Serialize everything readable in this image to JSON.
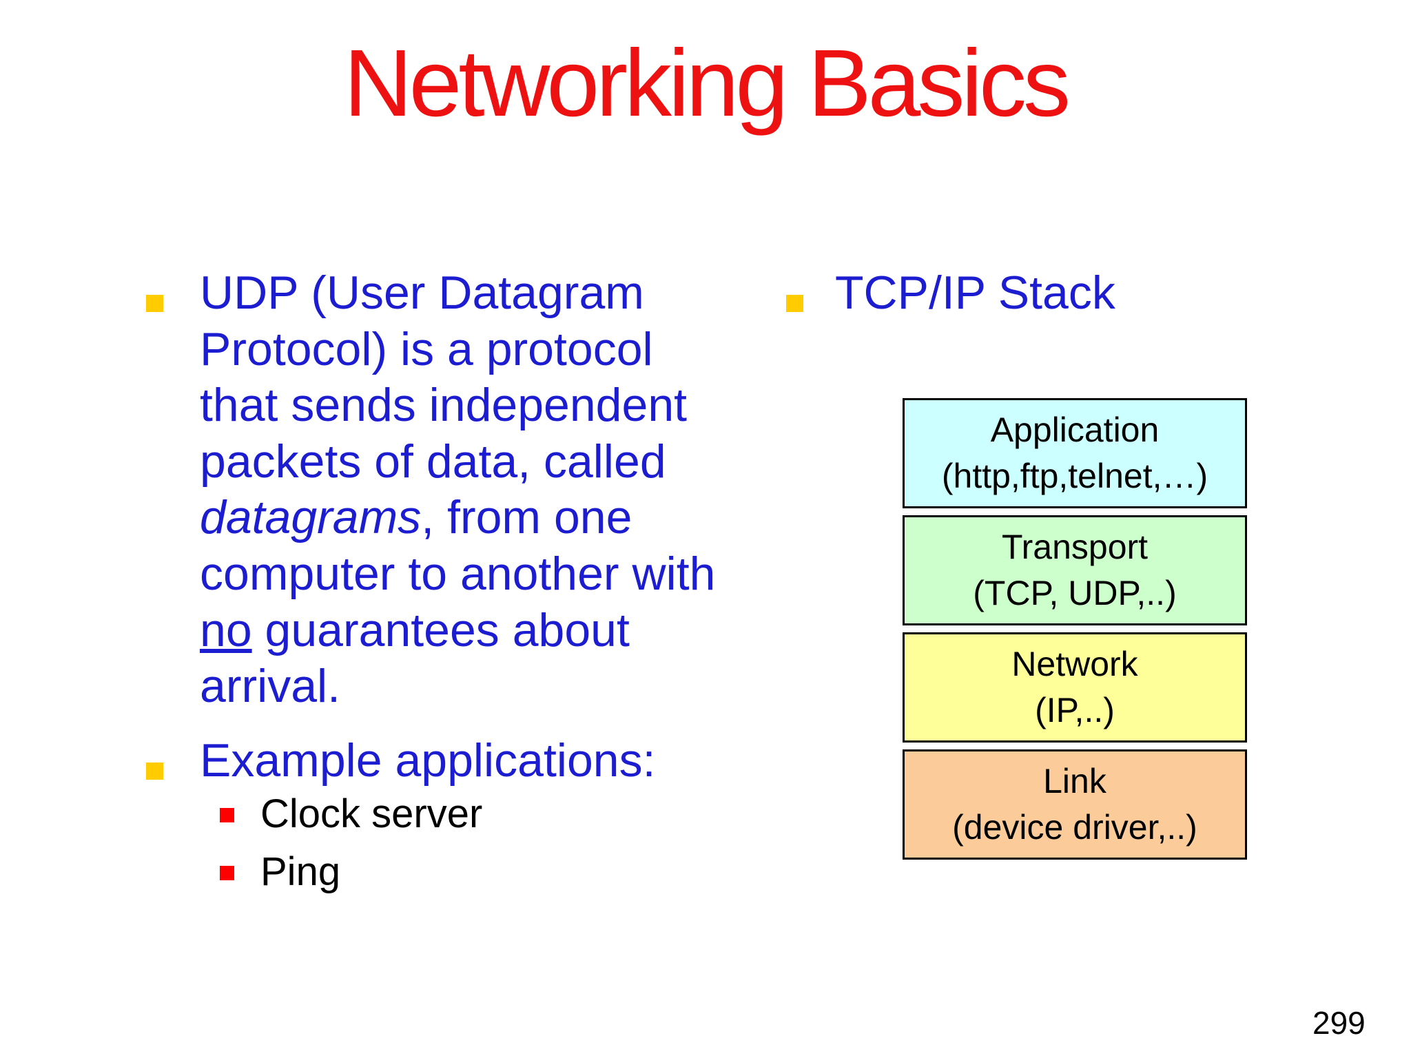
{
  "slide": {
    "title": "Networking Basics",
    "page_number": "299",
    "colors": {
      "title": "#ee1111",
      "body_text": "#1c1cd1",
      "level1_bullet": "#ffcc00",
      "level2_bullet": "#ff0000",
      "level2_text": "#000000",
      "box_border": "#000000"
    },
    "left_column": {
      "udp_paragraph": {
        "part1": "UDP (User Datagram\nProtocol) is a protocol\nthat sends independent\npackets of data, called\n",
        "italic": "datagrams",
        "part2": ", from one\ncomputer to another with\n",
        "underlined": "no",
        "part3": " guarantees about\narrival."
      },
      "example_heading": "Example applications:",
      "example_items": [
        "Clock server",
        "Ping"
      ]
    },
    "right_column": {
      "heading": "TCP/IP Stack",
      "stack": [
        {
          "name": "Application",
          "detail": "(http,ftp,telnet,…)",
          "fill": "#ccffff"
        },
        {
          "name": "Transport",
          "detail": "(TCP, UDP,..)",
          "fill": "#ccffcc"
        },
        {
          "name": "Network",
          "detail": "(IP,..)",
          "fill": "#ffff99"
        },
        {
          "name": "Link",
          "detail": "(device driver,..)",
          "fill": "#fbcc99"
        }
      ]
    }
  }
}
